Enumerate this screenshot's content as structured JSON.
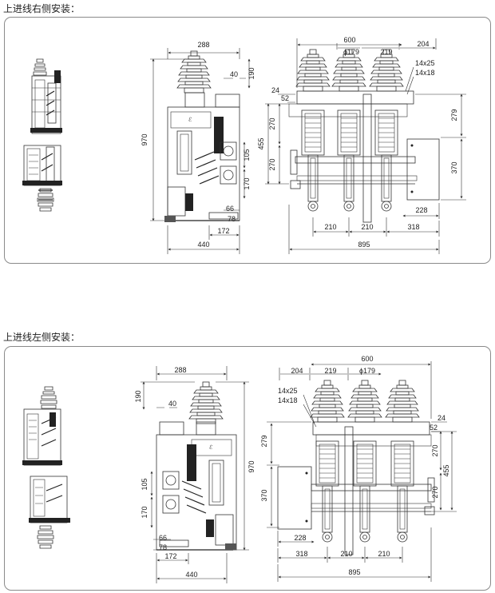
{
  "sections": [
    {
      "title": "上进线右侧安装：",
      "side_view": {
        "overall_height": "970",
        "top_width": "288",
        "top_offset": "40",
        "top_gap": "190",
        "mid_height": "105",
        "lower_height": "170",
        "base_offset_a": "66",
        "base_offset_b": "78",
        "base_depth": "172",
        "overall_depth": "440"
      },
      "front_view": {
        "overall_width": "600",
        "insulator_dia": "ϕ179",
        "pitch_top": "219",
        "side_offset": "204",
        "slot_a": "14x25",
        "slot_b": "14x18",
        "edge_a": "24",
        "edge_b": "52",
        "height_upper": "270",
        "height_lower": "270",
        "height_total": "455",
        "right_upper": "279",
        "right_lower": "370",
        "box_width": "228",
        "pitch_1": "210",
        "pitch_2": "210",
        "end_span": "318",
        "overall_base": "895"
      }
    },
    {
      "title": "上进线左侧安装：",
      "side_view": {
        "overall_height": "970",
        "top_width": "288",
        "top_offset": "40",
        "top_gap": "190",
        "mid_height": "105",
        "lower_height": "170",
        "base_offset_a": "66",
        "base_offset_b": "78",
        "base_depth": "172",
        "overall_depth": "440"
      },
      "front_view": {
        "overall_width": "600",
        "insulator_dia": "ϕ179",
        "pitch_top": "219",
        "side_offset": "204",
        "slot_a": "14x25",
        "slot_b": "14x18",
        "edge_a": "24",
        "edge_b": "52",
        "height_upper": "270",
        "height_lower": "270",
        "height_total": "455",
        "right_upper": "279",
        "right_lower": "370",
        "box_width": "228",
        "pitch_1": "210",
        "pitch_2": "210",
        "end_span": "318",
        "overall_base": "895"
      }
    }
  ],
  "colors": {
    "line": "#333333",
    "panel_border": "#8a8a8a"
  }
}
